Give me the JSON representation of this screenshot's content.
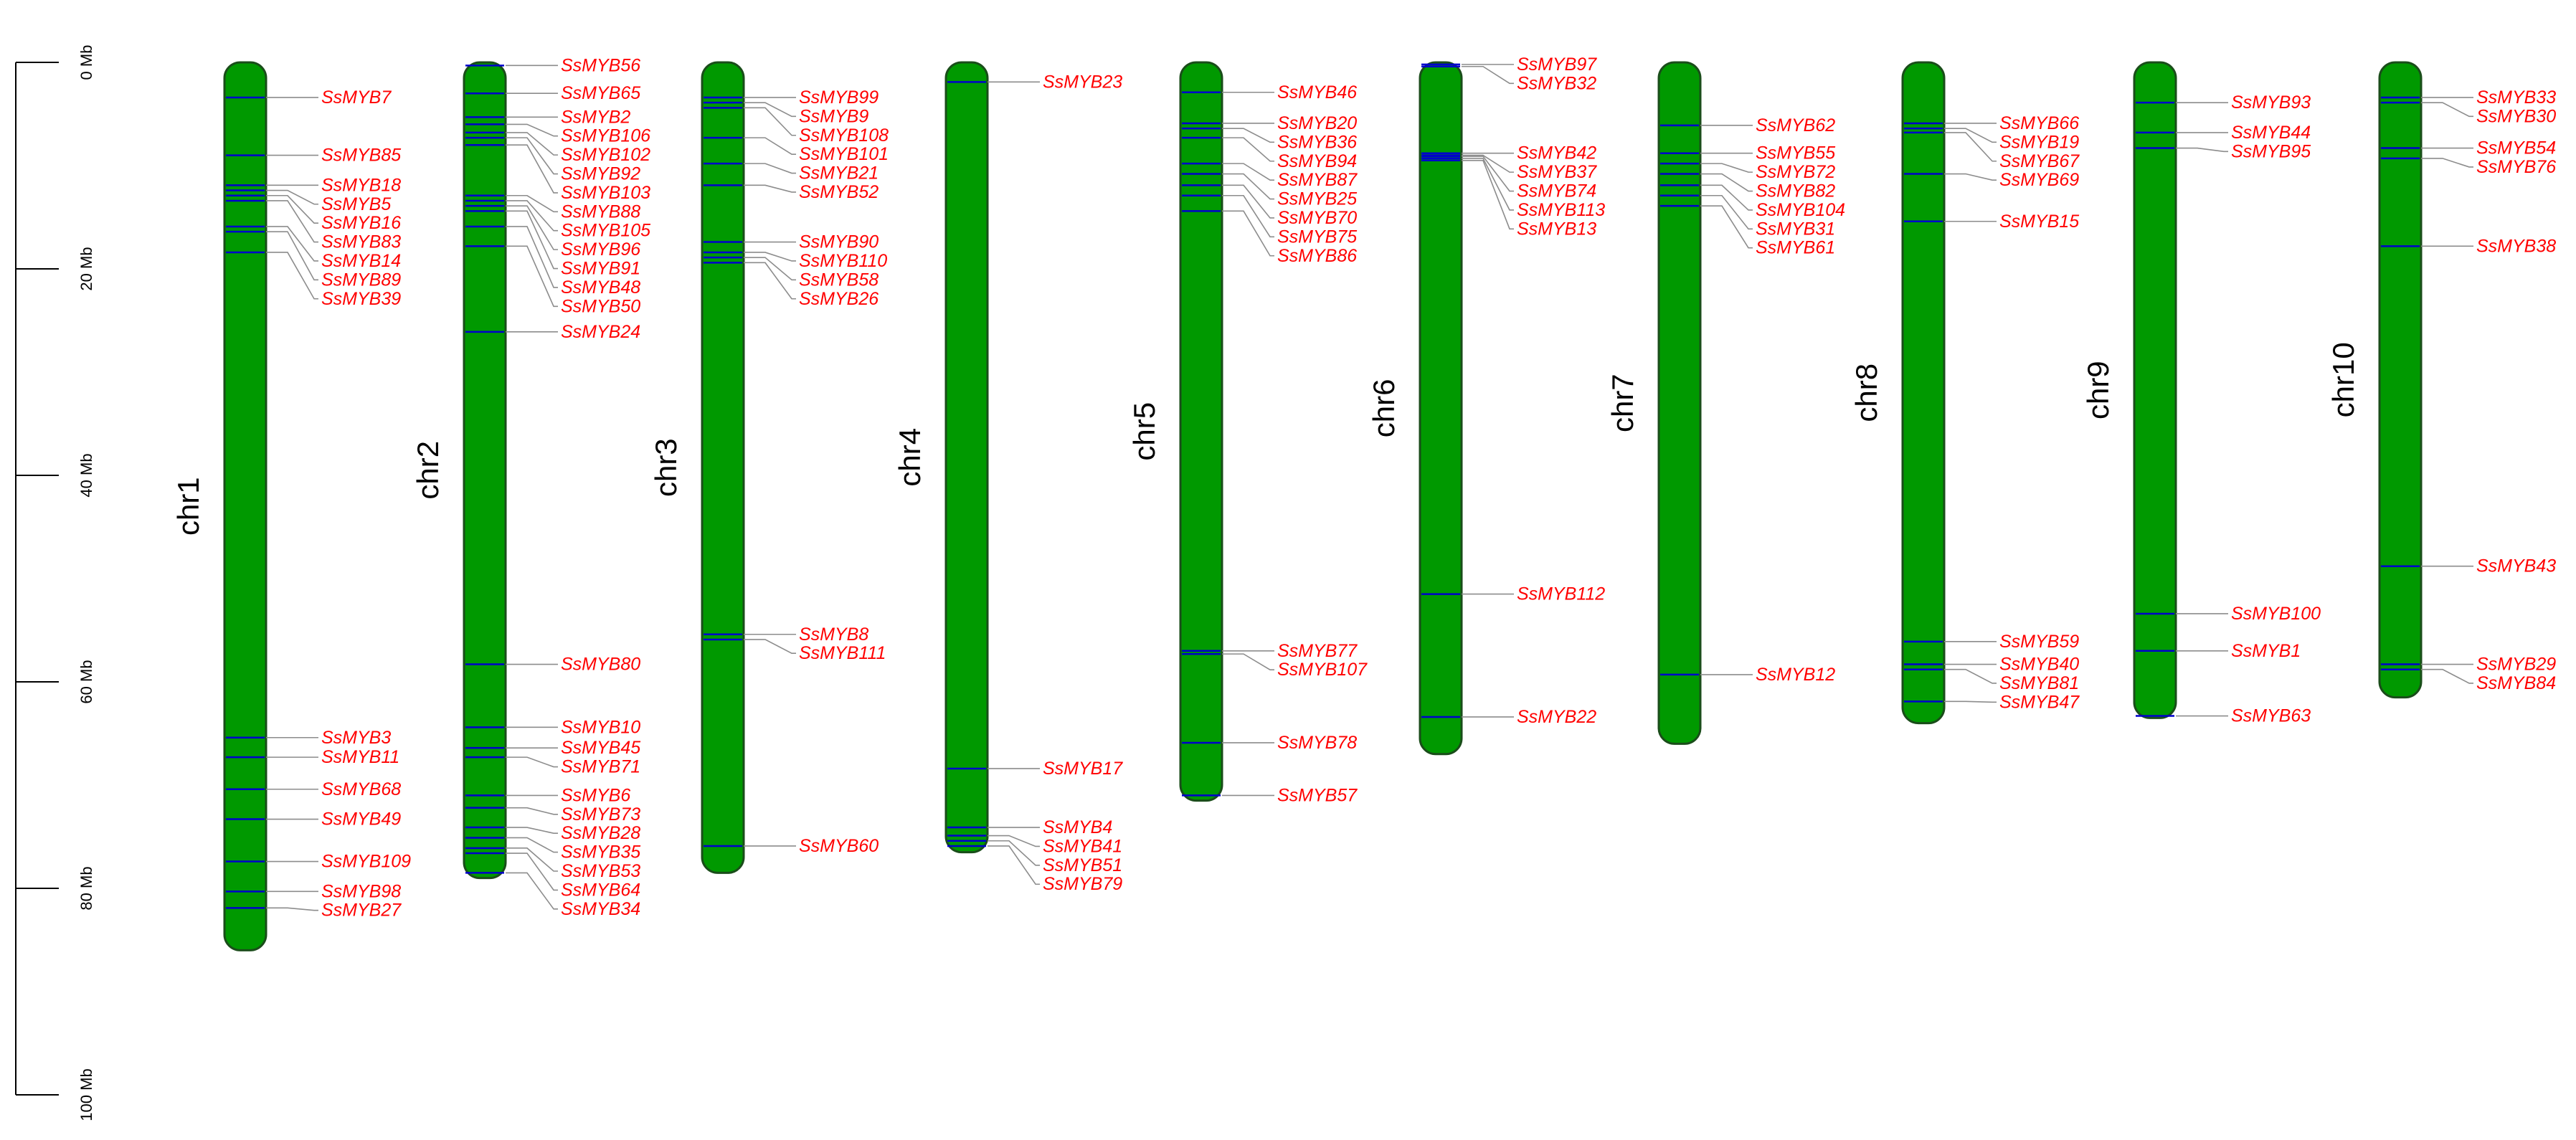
{
  "scale": {
    "unit": "Mb",
    "ticks": [
      0,
      20,
      40,
      60,
      80,
      100
    ],
    "tick_labels": [
      "0 Mb",
      "20 Mb",
      "40 Mb",
      "60 Mb",
      "80 Mb",
      "100 Mb"
    ]
  },
  "colors": {
    "chromosome_fill": "#009900",
    "chromosome_stroke": "#1a4d1a",
    "gene_marker": "#0000cc",
    "gene_label": "#ff0000",
    "connector": "#8c8c8c",
    "axis": "#000000"
  },
  "chromosomes": [
    {
      "name": "chr1",
      "length_mb": 86,
      "genes": [
        {
          "name": "SsMYB7",
          "pos_mb": 3.4
        },
        {
          "name": "SsMYB85",
          "pos_mb": 9.0
        },
        {
          "name": "SsMYB18",
          "pos_mb": 11.9
        },
        {
          "name": "SsMYB5",
          "pos_mb": 12.4
        },
        {
          "name": "SsMYB16",
          "pos_mb": 12.9
        },
        {
          "name": "SsMYB83",
          "pos_mb": 13.4
        },
        {
          "name": "SsMYB14",
          "pos_mb": 15.9
        },
        {
          "name": "SsMYB89",
          "pos_mb": 16.4
        },
        {
          "name": "SsMYB39",
          "pos_mb": 18.4
        },
        {
          "name": "SsMYB3",
          "pos_mb": 65.4
        },
        {
          "name": "SsMYB11",
          "pos_mb": 67.3
        },
        {
          "name": "SsMYB68",
          "pos_mb": 70.4
        },
        {
          "name": "SsMYB49",
          "pos_mb": 73.3
        },
        {
          "name": "SsMYB109",
          "pos_mb": 77.4
        },
        {
          "name": "SsMYB98",
          "pos_mb": 80.3
        },
        {
          "name": "SsMYB27",
          "pos_mb": 81.9
        }
      ]
    },
    {
      "name": "chr2",
      "length_mb": 79,
      "genes": [
        {
          "name": "SsMYB56",
          "pos_mb": 0.3
        },
        {
          "name": "SsMYB65",
          "pos_mb": 3.0
        },
        {
          "name": "SsMYB2",
          "pos_mb": 5.3
        },
        {
          "name": "SsMYB106",
          "pos_mb": 6.0
        },
        {
          "name": "SsMYB102",
          "pos_mb": 6.8
        },
        {
          "name": "SsMYB92",
          "pos_mb": 7.3
        },
        {
          "name": "SsMYB103",
          "pos_mb": 8.0
        },
        {
          "name": "SsMYB88",
          "pos_mb": 12.9
        },
        {
          "name": "SsMYB105",
          "pos_mb": 13.4
        },
        {
          "name": "SsMYB96",
          "pos_mb": 13.9
        },
        {
          "name": "SsMYB91",
          "pos_mb": 14.4
        },
        {
          "name": "SsMYB48",
          "pos_mb": 15.9
        },
        {
          "name": "SsMYB50",
          "pos_mb": 17.8
        },
        {
          "name": "SsMYB24",
          "pos_mb": 26.1
        },
        {
          "name": "SsMYB80",
          "pos_mb": 58.3
        },
        {
          "name": "SsMYB10",
          "pos_mb": 64.4
        },
        {
          "name": "SsMYB45",
          "pos_mb": 66.4
        },
        {
          "name": "SsMYB71",
          "pos_mb": 67.3
        },
        {
          "name": "SsMYB6",
          "pos_mb": 71.0
        },
        {
          "name": "SsMYB73",
          "pos_mb": 72.2
        },
        {
          "name": "SsMYB28",
          "pos_mb": 74.1
        },
        {
          "name": "SsMYB35",
          "pos_mb": 75.1
        },
        {
          "name": "SsMYB53",
          "pos_mb": 76.1
        },
        {
          "name": "SsMYB64",
          "pos_mb": 76.6
        },
        {
          "name": "SsMYB34",
          "pos_mb": 78.5
        }
      ]
    },
    {
      "name": "chr3",
      "length_mb": 78.5,
      "genes": [
        {
          "name": "SsMYB99",
          "pos_mb": 3.4
        },
        {
          "name": "SsMYB9",
          "pos_mb": 3.9
        },
        {
          "name": "SsMYB108",
          "pos_mb": 4.4
        },
        {
          "name": "SsMYB101",
          "pos_mb": 7.3
        },
        {
          "name": "SsMYB21",
          "pos_mb": 9.8
        },
        {
          "name": "SsMYB52",
          "pos_mb": 11.9
        },
        {
          "name": "SsMYB90",
          "pos_mb": 17.4
        },
        {
          "name": "SsMYB110",
          "pos_mb": 18.4
        },
        {
          "name": "SsMYB58",
          "pos_mb": 18.9
        },
        {
          "name": "SsMYB26",
          "pos_mb": 19.4
        },
        {
          "name": "SsMYB8",
          "pos_mb": 55.4
        },
        {
          "name": "SsMYB111",
          "pos_mb": 55.9
        },
        {
          "name": "SsMYB60",
          "pos_mb": 75.9
        }
      ]
    },
    {
      "name": "chr4",
      "length_mb": 76.5,
      "genes": [
        {
          "name": "SsMYB23",
          "pos_mb": 1.9
        },
        {
          "name": "SsMYB17",
          "pos_mb": 68.4
        },
        {
          "name": "SsMYB4",
          "pos_mb": 74.1
        },
        {
          "name": "SsMYB41",
          "pos_mb": 74.9
        },
        {
          "name": "SsMYB51",
          "pos_mb": 75.4
        },
        {
          "name": "SsMYB79",
          "pos_mb": 75.9
        }
      ]
    },
    {
      "name": "chr5",
      "length_mb": 71.5,
      "genes": [
        {
          "name": "SsMYB46",
          "pos_mb": 2.9
        },
        {
          "name": "SsMYB20",
          "pos_mb": 5.9
        },
        {
          "name": "SsMYB36",
          "pos_mb": 6.4
        },
        {
          "name": "SsMYB94",
          "pos_mb": 7.3
        },
        {
          "name": "SsMYB87",
          "pos_mb": 9.8
        },
        {
          "name": "SsMYB25",
          "pos_mb": 10.8
        },
        {
          "name": "SsMYB70",
          "pos_mb": 11.9
        },
        {
          "name": "SsMYB75",
          "pos_mb": 12.9
        },
        {
          "name": "SsMYB86",
          "pos_mb": 14.4
        },
        {
          "name": "SsMYB77",
          "pos_mb": 57.0
        },
        {
          "name": "SsMYB107",
          "pos_mb": 57.3
        },
        {
          "name": "SsMYB78",
          "pos_mb": 65.9
        },
        {
          "name": "SsMYB57",
          "pos_mb": 71.0
        }
      ]
    },
    {
      "name": "chr6",
      "length_mb": 67,
      "genes": [
        {
          "name": "SsMYB97",
          "pos_mb": 0.2
        },
        {
          "name": "SsMYB32",
          "pos_mb": 0.4
        },
        {
          "name": "SsMYB42",
          "pos_mb": 8.8
        },
        {
          "name": "SsMYB37",
          "pos_mb": 9.0
        },
        {
          "name": "SsMYB74",
          "pos_mb": 9.1
        },
        {
          "name": "SsMYB113",
          "pos_mb": 9.3
        },
        {
          "name": "SsMYB13",
          "pos_mb": 9.5
        },
        {
          "name": "SsMYB112",
          "pos_mb": 51.5
        },
        {
          "name": "SsMYB22",
          "pos_mb": 63.4
        }
      ]
    },
    {
      "name": "chr7",
      "length_mb": 66,
      "genes": [
        {
          "name": "SsMYB62",
          "pos_mb": 6.1
        },
        {
          "name": "SsMYB55",
          "pos_mb": 8.8
        },
        {
          "name": "SsMYB72",
          "pos_mb": 9.8
        },
        {
          "name": "SsMYB82",
          "pos_mb": 10.8
        },
        {
          "name": "SsMYB104",
          "pos_mb": 11.9
        },
        {
          "name": "SsMYB31",
          "pos_mb": 12.9
        },
        {
          "name": "SsMYB61",
          "pos_mb": 13.9
        },
        {
          "name": "SsMYB12",
          "pos_mb": 59.3
        }
      ]
    },
    {
      "name": "chr8",
      "length_mb": 64,
      "genes": [
        {
          "name": "SsMYB66",
          "pos_mb": 5.9
        },
        {
          "name": "SsMYB19",
          "pos_mb": 6.4
        },
        {
          "name": "SsMYB67",
          "pos_mb": 6.8
        },
        {
          "name": "SsMYB69",
          "pos_mb": 10.8
        },
        {
          "name": "SsMYB15",
          "pos_mb": 15.4
        },
        {
          "name": "SsMYB59",
          "pos_mb": 56.1
        },
        {
          "name": "SsMYB40",
          "pos_mb": 58.3
        },
        {
          "name": "SsMYB81",
          "pos_mb": 58.8
        },
        {
          "name": "SsMYB47",
          "pos_mb": 61.9
        }
      ]
    },
    {
      "name": "chr9",
      "length_mb": 63.5,
      "genes": [
        {
          "name": "SsMYB93",
          "pos_mb": 3.9
        },
        {
          "name": "SsMYB44",
          "pos_mb": 6.8
        },
        {
          "name": "SsMYB95",
          "pos_mb": 8.3
        },
        {
          "name": "SsMYB100",
          "pos_mb": 53.4
        },
        {
          "name": "SsMYB1",
          "pos_mb": 57.0
        },
        {
          "name": "SsMYB63",
          "pos_mb": 63.3
        }
      ]
    },
    {
      "name": "chr10",
      "length_mb": 61.5,
      "genes": [
        {
          "name": "SsMYB33",
          "pos_mb": 3.4
        },
        {
          "name": "SsMYB30",
          "pos_mb": 3.9
        },
        {
          "name": "SsMYB54",
          "pos_mb": 8.3
        },
        {
          "name": "SsMYB76",
          "pos_mb": 9.3
        },
        {
          "name": "SsMYB38",
          "pos_mb": 17.8
        },
        {
          "name": "SsMYB43",
          "pos_mb": 48.8
        },
        {
          "name": "SsMYB29",
          "pos_mb": 58.3
        },
        {
          "name": "SsMYB84",
          "pos_mb": 58.8
        }
      ]
    }
  ]
}
